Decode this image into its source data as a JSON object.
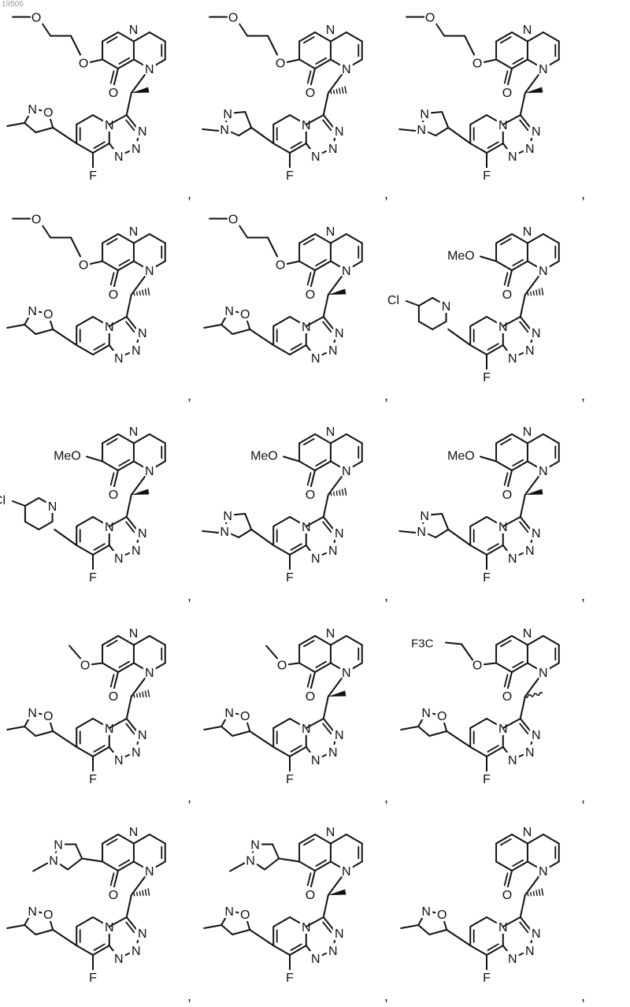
{
  "page_id": "19506",
  "separator": ",",
  "labels": {
    "N": "N",
    "O": "O",
    "F": "F",
    "Cl": "Cl",
    "MeO": "MeO",
    "F3C": "F3C"
  },
  "structures": [
    {
      "id": "s1",
      "alkoxy": "-O-CH2CH2-O-Me",
      "aryl": "3-methylisoxazol-5-yl",
      "core_F": "F",
      "stereo": "wedge"
    },
    {
      "id": "s2",
      "alkoxy": "-O-CH2CH2-O-Me",
      "aryl": "1-methylpyrazol-4-yl",
      "core_F": "F",
      "stereo": "hash"
    },
    {
      "id": "s3",
      "alkoxy": "-O-CH2CH2-O-Me",
      "aryl": "1-methylpyrazol-4-yl",
      "core_F": "F",
      "stereo": "wedge"
    },
    {
      "id": "s4",
      "alkoxy": "-O-CH2CH2-O-Me",
      "aryl": "3-methylisoxazol-5-yl",
      "core_F": "",
      "stereo": "hash"
    },
    {
      "id": "s5",
      "alkoxy": "-O-CH2CH2-O-Me",
      "aryl": "3-methylisoxazol-5-yl",
      "core_F": "",
      "stereo": "wedge"
    },
    {
      "id": "s6",
      "alkoxy": "MeO",
      "aryl": "5-chloropyridin-2-yl",
      "core_F": "F",
      "stereo": "hash"
    },
    {
      "id": "s7",
      "alkoxy": "MeO",
      "aryl": "5-chloropyridin-2-yl",
      "core_F": "F",
      "stereo": "wedge"
    },
    {
      "id": "s8",
      "alkoxy": "MeO",
      "aryl": "1-methylpyrazol-4-yl",
      "core_F": "F",
      "stereo": "hash"
    },
    {
      "id": "s9",
      "alkoxy": "MeO",
      "aryl": "1-methylpyrazol-4-yl",
      "core_F": "F",
      "stereo": "wedge"
    },
    {
      "id": "s10",
      "alkoxy": "-O-Me",
      "aryl": "3-methylisoxazol-5-yl",
      "core_F": "F",
      "stereo": "hash"
    },
    {
      "id": "s11",
      "alkoxy": "-O-Me",
      "aryl": "3-methylisoxazol-5-yl",
      "core_F": "F",
      "stereo": "wedge"
    },
    {
      "id": "s12",
      "alkoxy": "F3C-CH2-O",
      "aryl": "3-methylisoxazol-5-yl",
      "core_F": "F",
      "stereo": "wavy"
    },
    {
      "id": "s13",
      "alkoxy": "1-methylpyrazol-4-yl",
      "aryl": "3-methylisoxazol-5-yl",
      "core_F": "F",
      "stereo": "hash"
    },
    {
      "id": "s14",
      "alkoxy": "1-methylpyrazol-4-yl",
      "aryl": "3-methylisoxazol-5-yl",
      "core_F": "F",
      "stereo": "wedge"
    },
    {
      "id": "s15",
      "alkoxy": "",
      "aryl": "3-methylisoxazol-5-yl",
      "core_F": "F",
      "stereo": "hash"
    }
  ]
}
